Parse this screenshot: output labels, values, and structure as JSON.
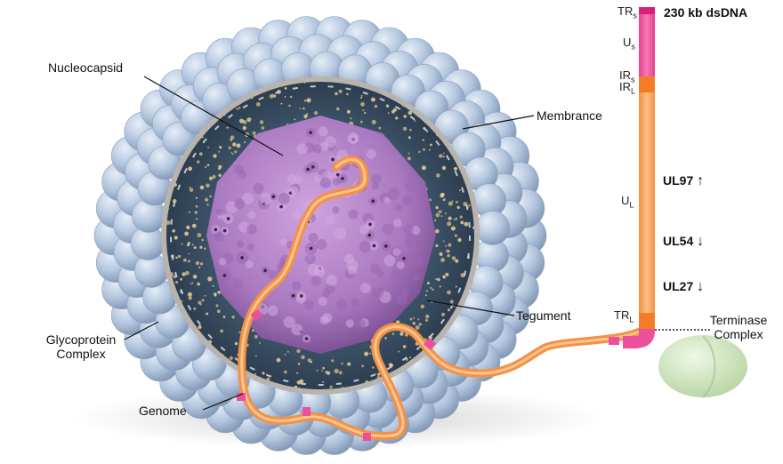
{
  "labels": {
    "nucleocapsid": "Nucleocapsid",
    "membrane": "Membrance",
    "tegument": "Tegument",
    "glycoprotein_line1": "Glycoprotein",
    "glycoprotein_line2": "Complex",
    "genome": "Genome",
    "terminase_line1": "Terminase",
    "terminase_line2": "Complex",
    "genome_size": "230 kb dsDNA"
  },
  "segments": {
    "trs_main": "TR",
    "trs_sub": "s",
    "us_main": "U",
    "us_sub": "s",
    "irs_main": "IR",
    "irs_sub": "s",
    "irl_main": "IR",
    "irl_sub": "L",
    "ul_main": "U",
    "ul_sub": "L",
    "trl_main": "TR",
    "trl_sub": "L"
  },
  "genes": [
    {
      "name": "UL97",
      "arrow": "↑"
    },
    {
      "name": "UL54",
      "arrow": "↓"
    },
    {
      "name": "UL27",
      "arrow": "↓"
    }
  ],
  "colors": {
    "envelope": "#a9bfd9",
    "capsid": "#b384c8",
    "tegument": "#3f5468",
    "membrane": "#b9b3ad",
    "genome_orange": "#f6a05a",
    "genome_pink": "#ec4f9b",
    "terminase": "#cfe6bf"
  }
}
